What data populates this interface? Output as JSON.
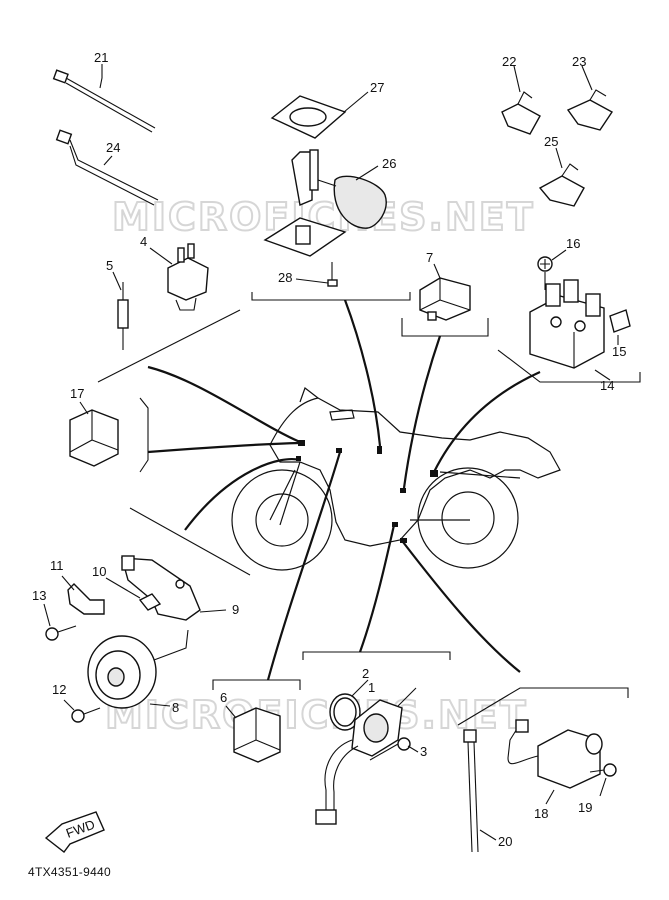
{
  "watermark_1": "MICROFICHES.NET",
  "watermark_2": "MICROFICHES.NET",
  "fwd_label": "FWD",
  "part_code": "4TX4351-9440",
  "callouts": {
    "c1": "1",
    "c2": "2",
    "c3": "3",
    "c4": "4",
    "c5": "5",
    "c6": "6",
    "c7": "7",
    "c8": "8",
    "c9": "9",
    "c10": "10",
    "c11": "11",
    "c12": "12",
    "c13": "13",
    "c14": "14",
    "c15": "15",
    "c16": "16",
    "c17": "17",
    "c18": "18",
    "c19": "19",
    "c20": "20",
    "c21": "21",
    "c22": "22",
    "c23": "23",
    "c24": "24",
    "c25": "25",
    "c26": "26",
    "c27": "27",
    "c28": "28"
  }
}
